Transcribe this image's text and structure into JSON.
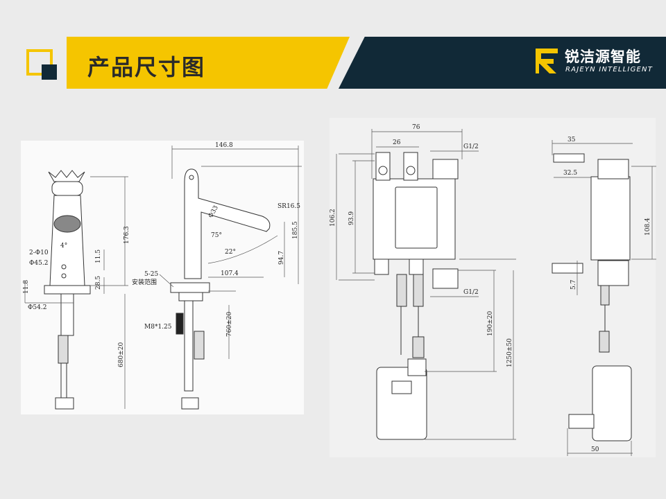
{
  "header": {
    "title": "产品尺寸图",
    "logo_cn": "锐洁源智能",
    "logo_en": "RAJEYN INTELLIGENT"
  },
  "colors": {
    "accent": "#f5c500",
    "dark": "#112937",
    "background": "#ebebeb"
  },
  "icons": [
    "corner-square-icon",
    "brand-logo-icon"
  ],
  "dims": {
    "front_height": "176.3",
    "front_angle": "4°",
    "front_holes": "2-Φ10",
    "front_sensor": "Φ45.2",
    "front_11_5": "11.5",
    "front_28_5": "28.5",
    "front_11_8": "11.8",
    "front_base": "Φ54.2",
    "front_hose": "680±20",
    "side_width": "146.8",
    "side_r": "SR16.5",
    "side_d33": "Φ33",
    "side_75": "75°",
    "side_22": "22°",
    "side_height": "185.5",
    "side_reach": "107.4",
    "side_94_7": "94.7",
    "side_5_25": "5-25",
    "side_install": "安装范围",
    "side_thread": "M8*1.25",
    "side_hose": "760±20",
    "box_width": "76",
    "box_26": "26",
    "box_g_top": "G1/2",
    "box_h1": "106.2",
    "box_h2": "93.9",
    "box_g_bot": "G1/2",
    "box_190": "190±20",
    "box_1250": "1250±50",
    "box2_35": "35",
    "box2_32_5": "32.5",
    "box2_h": "108.4",
    "box2_5_7": "5.7",
    "box2_50": "50"
  }
}
